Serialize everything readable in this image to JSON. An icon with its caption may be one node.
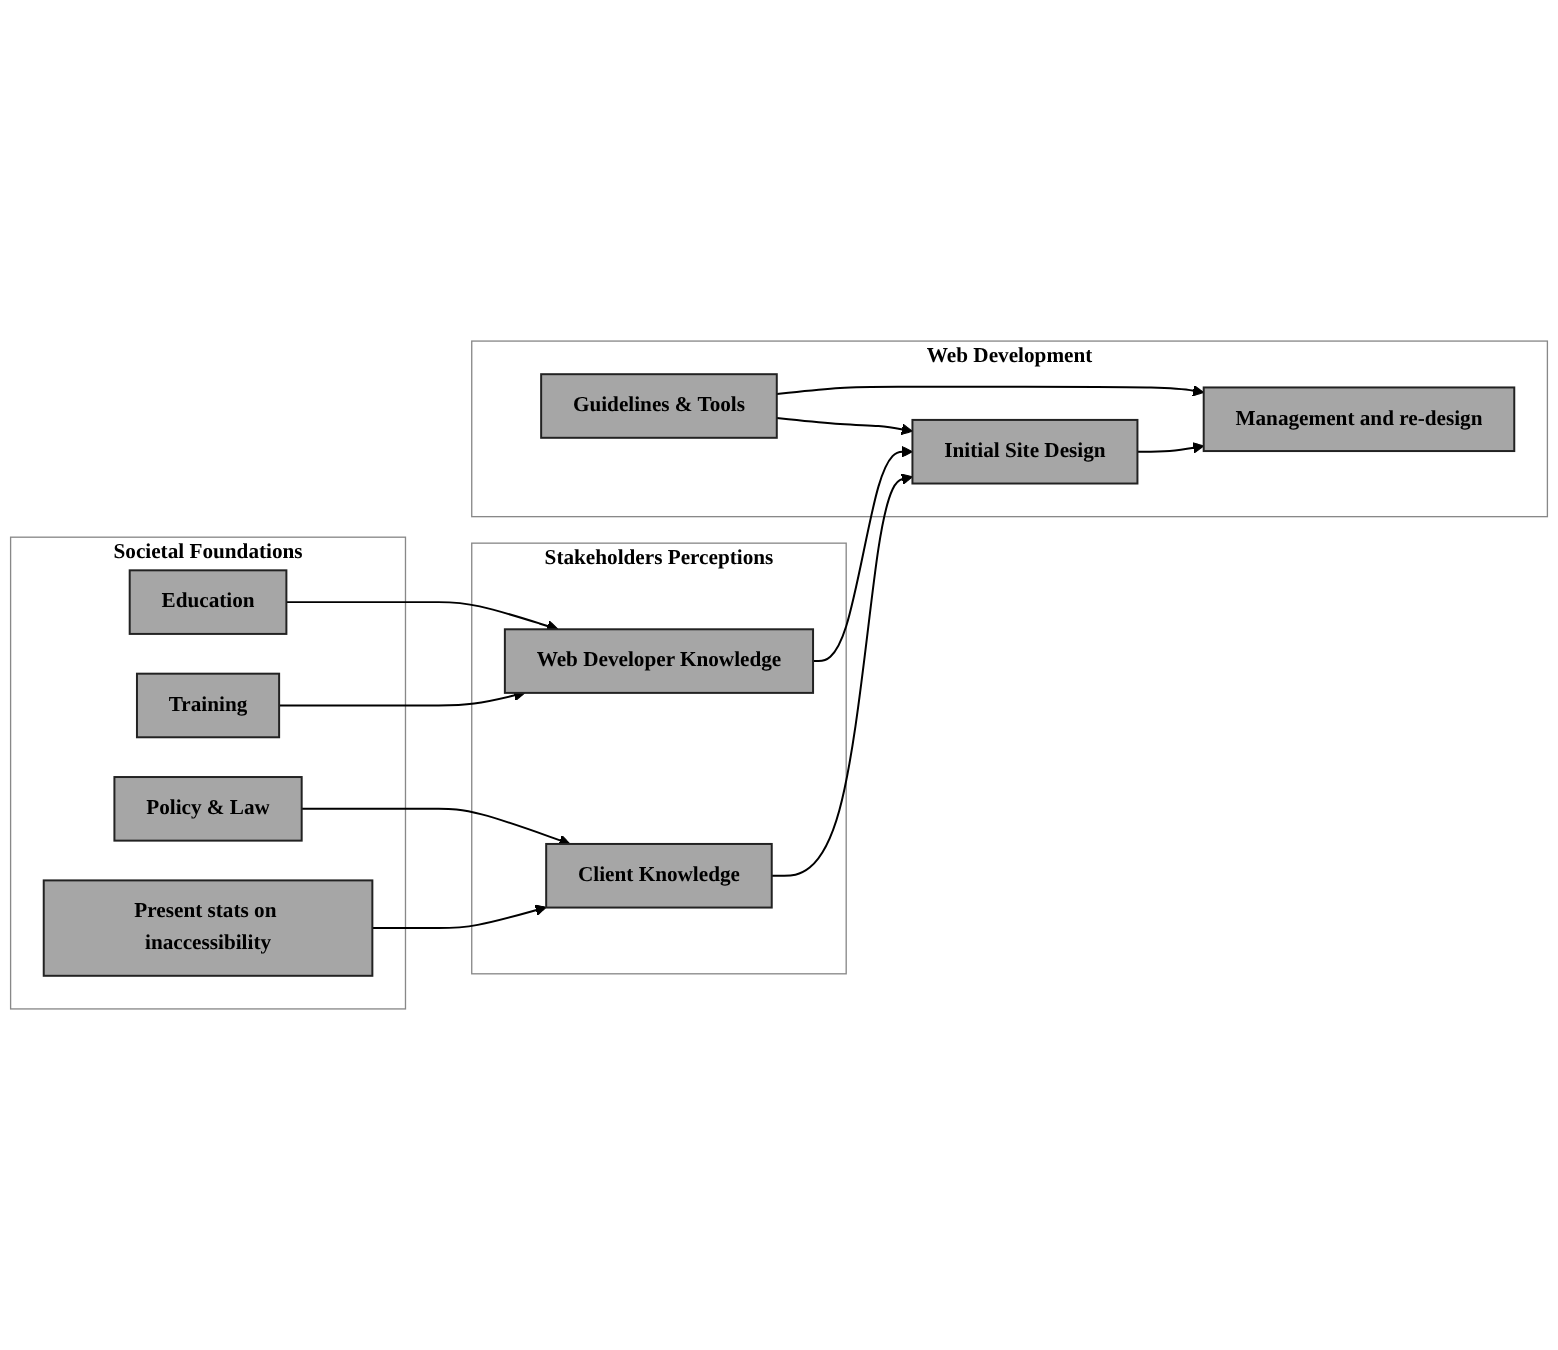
{
  "diagram": {
    "nodes": [
      {
        "text": [
          "Societal Foundations"
        ]
      },
      {
        "text": [
          "Education"
        ],
        "in": 0
      },
      {
        "text": [
          "Training"
        ],
        "in": 0
      },
      {
        "text": [
          "Policy & Law"
        ],
        "in": 0
      },
      {
        "text": [
          "Present stats on inaccessibility"
        ],
        "in": 0
      },
      {
        "text": [
          "Stakeholders Perceptions"
        ]
      },
      {
        "text": [
          "Web Developer Knowledge"
        ],
        "in": 5
      },
      {
        "text": [
          "Client Knowledge"
        ],
        "in": 5
      },
      {
        "text": [
          "Web Development"
        ]
      },
      {
        "text": [
          "Guidelines & Tools"
        ],
        "in": 8
      },
      {
        "text": [
          "Initial Site Design"
        ],
        "in": 8
      },
      {
        "text": [
          "Management and re-design"
        ],
        "in": 8
      }
    ],
    "edges": [
      {
        "from": 1,
        "to": 6,
        "arrow": "to"
      },
      {
        "from": 2,
        "to": 6,
        "arrow": "to"
      },
      {
        "from": 3,
        "to": 7,
        "arrow": "to"
      },
      {
        "from": 4,
        "to": 7,
        "arrow": "to"
      },
      {
        "from": 6,
        "to": 10,
        "arrow": "to"
      },
      {
        "from": 7,
        "to": 10,
        "arrow": "to"
      },
      {
        "from": 9,
        "to": 10,
        "arrow": "to"
      },
      {
        "from": 9,
        "to": 11,
        "arrow": "to"
      },
      {
        "from": 10,
        "to": 11,
        "arrow": "to"
      }
    ]
  }
}
